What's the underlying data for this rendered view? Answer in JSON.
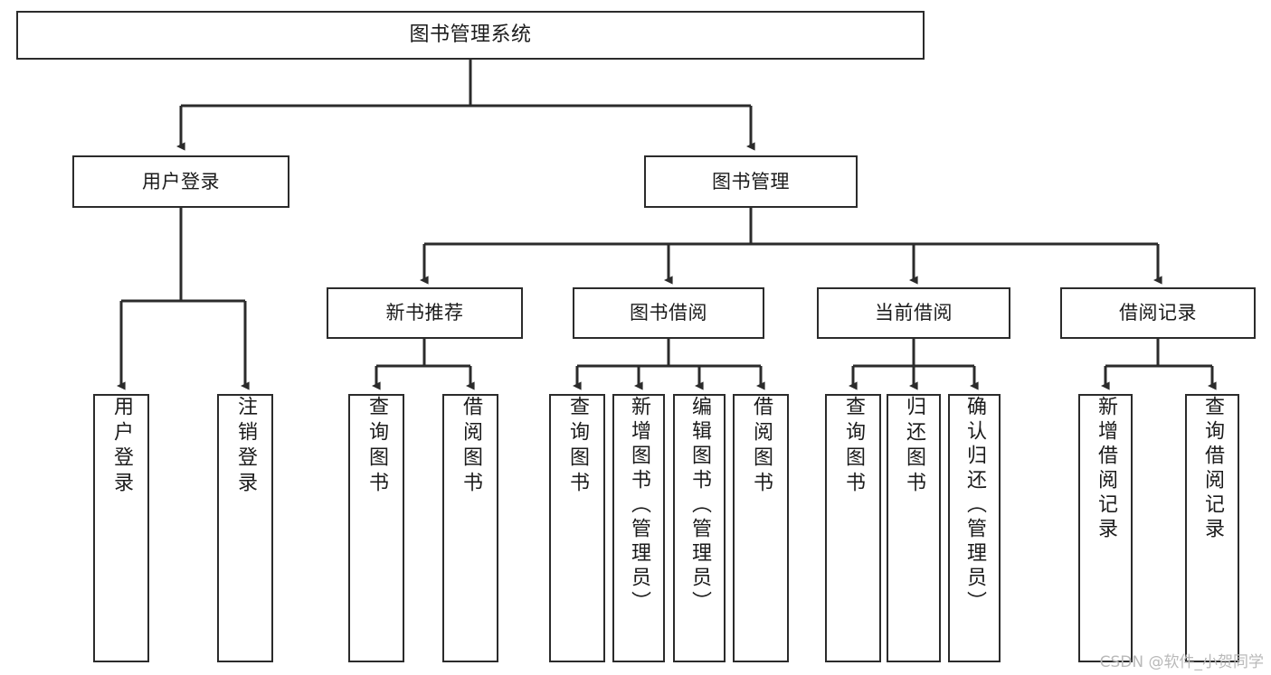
{
  "diagram": {
    "type": "tree-hierarchy-chart",
    "title": "图书管理系统",
    "orientation": "top-down",
    "line_color": "#2b2b2b",
    "box_fill": "#ffffff",
    "text_color": "#1b1b1b",
    "watermark": "CSDN @软件_小贺同学",
    "levels": 4,
    "nodes": {
      "root": {
        "label": "图书管理系统",
        "level": 1
      },
      "l2": [
        {
          "label": "用户登录",
          "level": 2
        },
        {
          "label": "图书管理",
          "level": 2
        }
      ],
      "l3": [
        {
          "label": "新书推荐",
          "level": 3,
          "parent": "图书管理"
        },
        {
          "label": "图书借阅",
          "level": 3,
          "parent": "图书管理"
        },
        {
          "label": "当前借阅",
          "level": 3,
          "parent": "图书管理"
        },
        {
          "label": "借阅记录",
          "level": 3,
          "parent": "图书管理"
        }
      ],
      "leaves": [
        {
          "label": "用户登录",
          "parent": "用户登录",
          "group": "login"
        },
        {
          "label": "注销登录",
          "parent": "用户登录",
          "group": "login"
        },
        {
          "label": "查询图书",
          "parent": "新书推荐",
          "group": "recommend"
        },
        {
          "label": "借阅图书",
          "parent": "新书推荐",
          "group": "recommend"
        },
        {
          "label": "查询图书",
          "parent": "图书借阅",
          "group": "borrow"
        },
        {
          "label": "新增图书（管理员）",
          "parent": "图书借阅",
          "group": "borrow"
        },
        {
          "label": "编辑图书（管理员）",
          "parent": "图书借阅",
          "group": "borrow"
        },
        {
          "label": "借阅图书",
          "parent": "图书借阅",
          "group": "borrow"
        },
        {
          "label": "查询图书",
          "parent": "当前借阅",
          "group": "current"
        },
        {
          "label": "归还图书",
          "parent": "当前借阅",
          "group": "current"
        },
        {
          "label": "确认归还（管理员）",
          "parent": "当前借阅",
          "group": "current"
        },
        {
          "label": "新增借阅记录",
          "parent": "借阅记录",
          "group": "records"
        },
        {
          "label": "查询借阅记录",
          "parent": "借阅记录",
          "group": "records"
        }
      ]
    }
  }
}
